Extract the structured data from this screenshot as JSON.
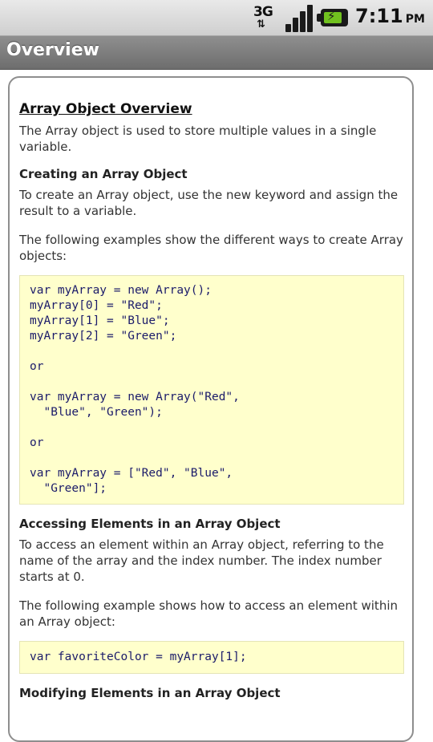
{
  "status_bar": {
    "network": "3G",
    "time": "7:11",
    "ampm": "PM"
  },
  "header": {
    "title": "Overview"
  },
  "content": {
    "heading": "Array Object Overview",
    "intro": "The Array object is used to store multiple values in a single variable.",
    "creating": {
      "heading": "Creating an Array Object",
      "p1": "To create an Array object, use the new keyword and assign the result to a variable.",
      "p2": "The following examples show the different ways to create Array objects:",
      "code": "var myArray = new Array();\nmyArray[0] = \"Red\";\nmyArray[1] = \"Blue\";\nmyArray[2] = \"Green\";\n\nor\n\nvar myArray = new Array(\"Red\",\n  \"Blue\", \"Green\");\n\nor\n\nvar myArray = [\"Red\", \"Blue\",\n  \"Green\"];"
    },
    "accessing": {
      "heading": "Accessing Elements in an Array Object",
      "p1": "To access an element within an Array object, referring to the name of the array and the index number. The index number starts at 0.",
      "p2": "The following example shows how to access an element within an Array object:",
      "code": "var favoriteColor = myArray[1];"
    },
    "modifying": {
      "heading": "Modifying Elements in an Array Object"
    }
  }
}
